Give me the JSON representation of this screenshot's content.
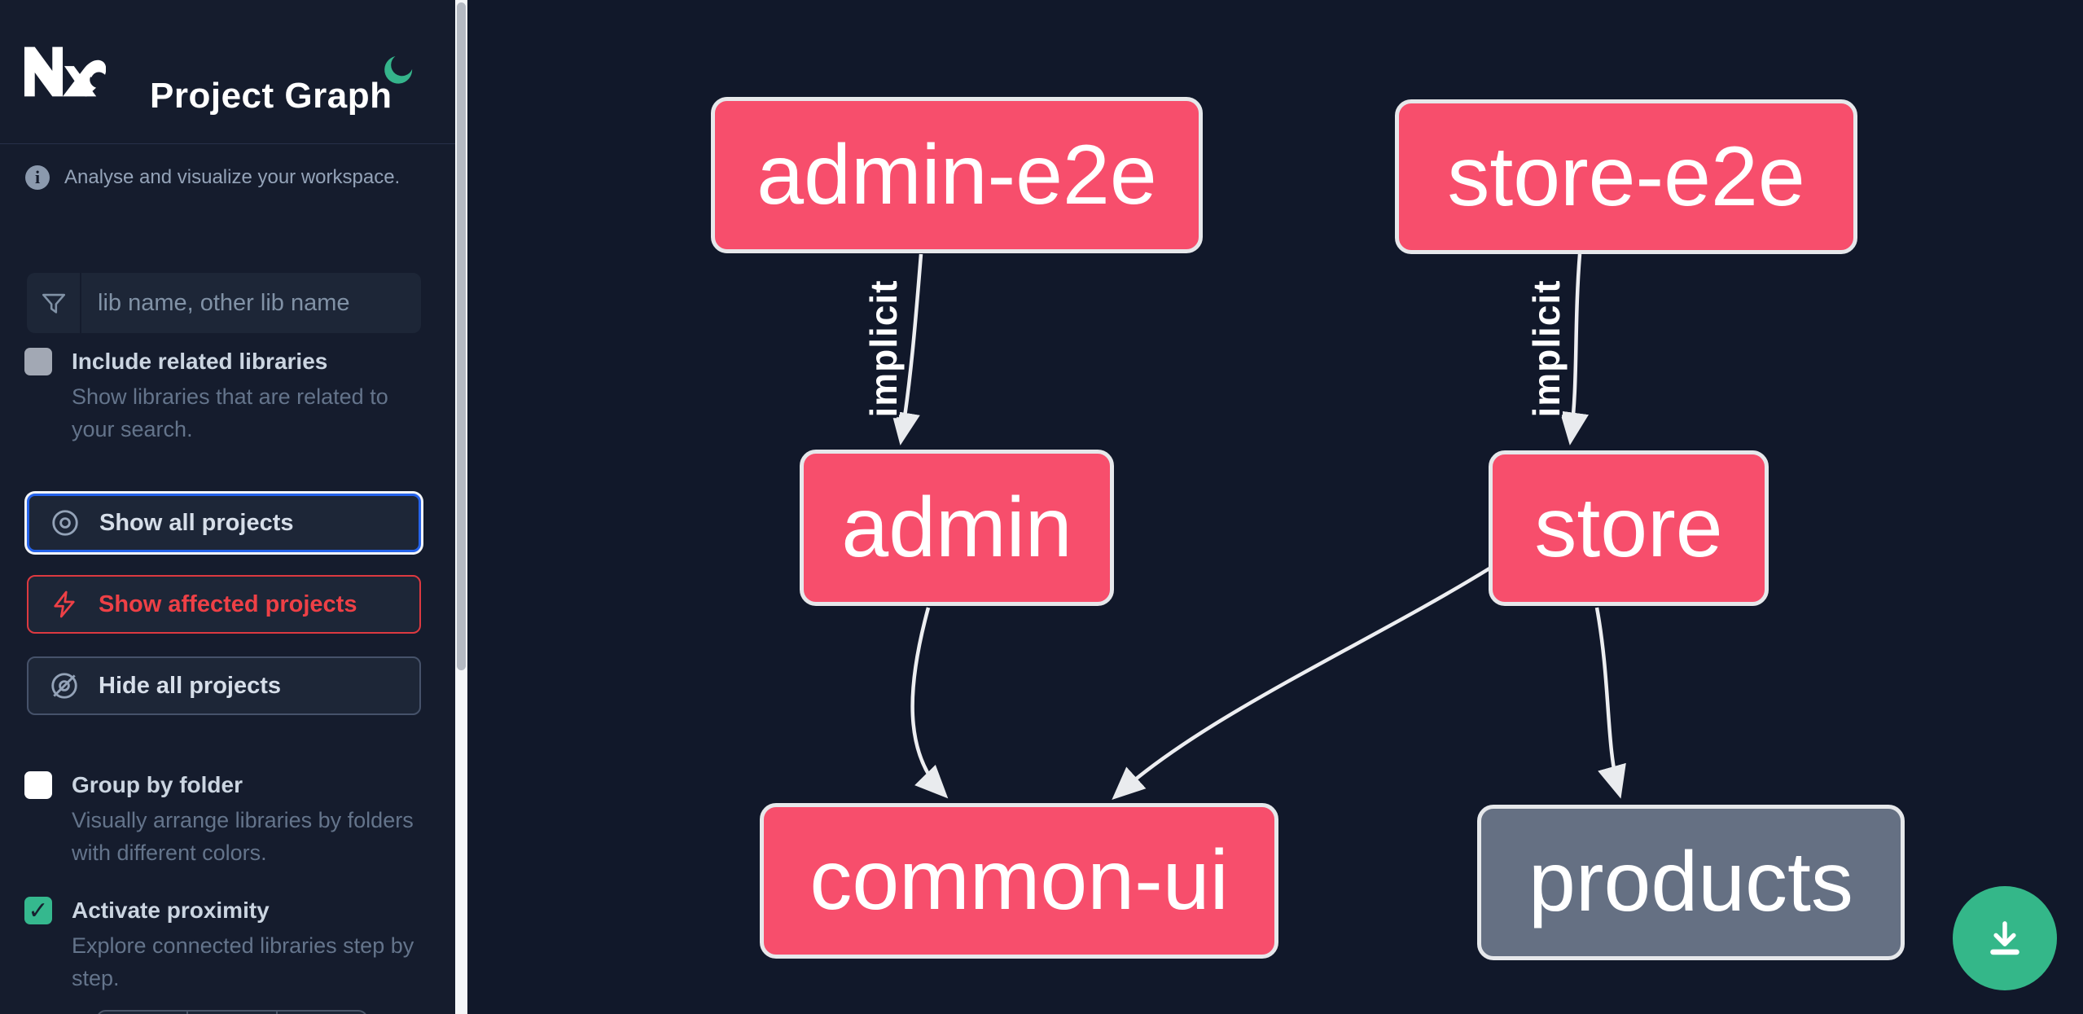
{
  "header": {
    "title": "Project Graph",
    "theme_icon": "moon-icon",
    "logo": "nx-logo"
  },
  "sidebar": {
    "tagline": "Analyse and visualize your workspace.",
    "search": {
      "placeholder": "lib name, other lib name",
      "value": "",
      "icon": "funnel-icon"
    },
    "checkboxes": [
      {
        "label": "Include related libraries",
        "description": "Show libraries that are related to your search.",
        "checked": false,
        "disabled": true
      },
      {
        "label": "Group by folder",
        "description": "Visually arrange libraries by folders with different colors.",
        "checked": false,
        "disabled": false
      },
      {
        "label": "Activate proximity",
        "description": "Explore connected libraries step by step.",
        "checked": true,
        "disabled": false,
        "checkmark": "✓"
      }
    ],
    "buttons": [
      {
        "label": "Show all projects",
        "icon": "eye-icon",
        "state": "focused"
      },
      {
        "label": "Show affected projects",
        "icon": "bolt-icon",
        "variant": "danger"
      },
      {
        "label": "Hide all projects",
        "icon": "eye-off-icon",
        "variant": "default"
      }
    ]
  },
  "graph": {
    "nodes": [
      {
        "id": "admin-e2e",
        "label": "admin-e2e",
        "color": "pink"
      },
      {
        "id": "store-e2e",
        "label": "store-e2e",
        "color": "pink"
      },
      {
        "id": "admin",
        "label": "admin",
        "color": "pink"
      },
      {
        "id": "store",
        "label": "store",
        "color": "pink"
      },
      {
        "id": "common-ui",
        "label": "common-ui",
        "color": "pink"
      },
      {
        "id": "products",
        "label": "products",
        "color": "gray"
      }
    ],
    "edges": [
      {
        "source": "admin-e2e",
        "target": "admin",
        "label": "implicit"
      },
      {
        "source": "store-e2e",
        "target": "store",
        "label": "implicit"
      },
      {
        "source": "admin",
        "target": "common-ui",
        "label": ""
      },
      {
        "source": "store",
        "target": "common-ui",
        "label": ""
      },
      {
        "source": "store",
        "target": "products",
        "label": ""
      }
    ]
  },
  "fab": {
    "icon": "download-icon"
  },
  "colors": {
    "sidebar_bg": "#151c2d",
    "canvas_bg": "#11182a",
    "accent_blue": "#2563eb",
    "danger_red": "#ee4046",
    "node_pink": "#f74e6c",
    "node_gray": "#657083",
    "edge_gray": "#edeef1",
    "fab_green": "#34b789",
    "moon_green": "#35b48b",
    "checkbox_green": "#35b88e",
    "text_muted": "#64748b",
    "text_label": "#cbd5e1"
  }
}
